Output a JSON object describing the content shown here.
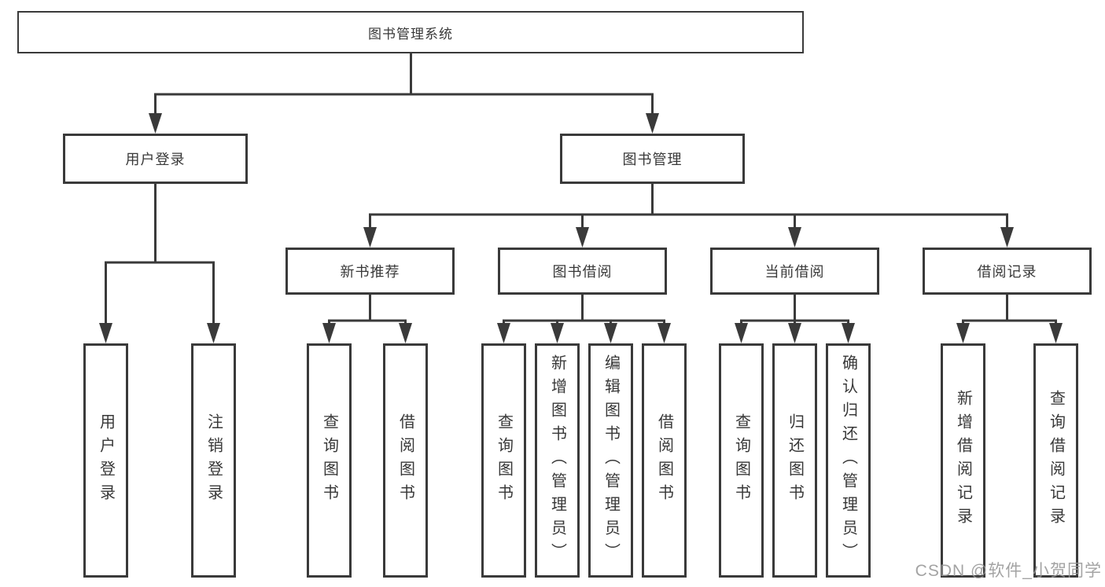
{
  "root": {
    "label": "图书管理系统"
  },
  "level2": {
    "user_login": {
      "label": "用户登录"
    },
    "book_mgmt": {
      "label": "图书管理"
    }
  },
  "level3": {
    "new_book_rec": {
      "label": "新书推荐"
    },
    "book_borrow": {
      "label": "图书借阅"
    },
    "current_borrow": {
      "label": "当前借阅"
    },
    "borrow_records": {
      "label": "借阅记录"
    }
  },
  "leaves": {
    "user_login": [
      "用户登录",
      "注销登录"
    ],
    "new_book_rec": [
      "查询图书",
      "借阅图书"
    ],
    "book_borrow": [
      "查询图书",
      "新增图书（管理员）",
      "编辑图书（管理员）",
      "借阅图书"
    ],
    "current_borrow": [
      "查询图书",
      "归还图书",
      "确认归还（管理员）"
    ],
    "borrow_records": [
      "新增借阅记录",
      "查询借阅记录"
    ]
  },
  "watermark": {
    "text": "CSDN @软件_小贺同学"
  },
  "colors": {
    "line": "#3a3a3a",
    "text": "#383838",
    "watermark": "#969696",
    "background": "#ffffff"
  }
}
